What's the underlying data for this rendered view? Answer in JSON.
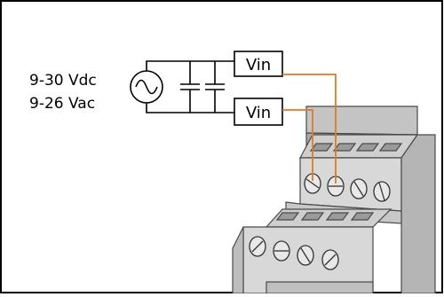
{
  "supply": {
    "dc_label": "9-30 Vdc",
    "ac_label": "9-26 Vac"
  },
  "terminals": {
    "top_label": "Vin",
    "bottom_label": "Vin"
  },
  "colors": {
    "wire_power": "#e07b1e",
    "line": "#000000",
    "module_face": "#d8d8d8",
    "module_top": "#c4c4c4",
    "module_dark": "#a8a8a8",
    "background": "#ffffff"
  }
}
